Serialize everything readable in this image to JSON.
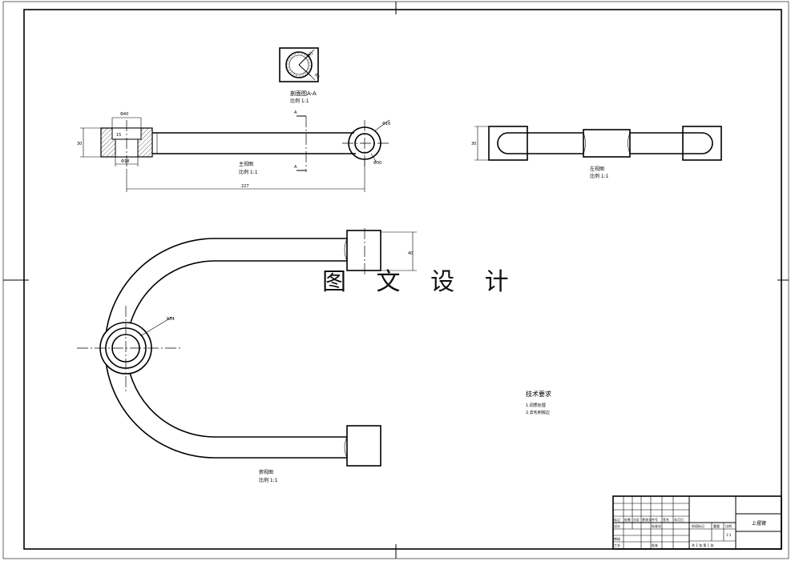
{
  "watermark": "图 文 设 计",
  "section_view": {
    "title": "剖面图A-A",
    "scale": "比例 1:1",
    "dim1": "R5",
    "dim2": "R5"
  },
  "main_view": {
    "title": "主视图",
    "scale": "比例 1:1",
    "dims": {
      "top": "Φ40",
      "left": "30",
      "inner": "15",
      "bottom": "Φ18",
      "overall": "227",
      "ring_top": "Φ16",
      "ring_bottom": "Φ30",
      "cut": "A"
    }
  },
  "left_view": {
    "title": "左视图",
    "scale": "比例 1:1",
    "dim": "30"
  },
  "top_view": {
    "title": "俯视图",
    "scale": "比例 1:1",
    "dim_radius": "R54",
    "dim_height": "40"
  },
  "tech_requirements": {
    "heading": "技术要求",
    "items": [
      "1.调质处理",
      "2.去毛刺锐边"
    ]
  },
  "title_block": {
    "part_name": "上摆臂",
    "headers": [
      "标记",
      "处数",
      "分区",
      "更改文件号",
      "签名",
      "年月日"
    ],
    "design": "设计",
    "standard": "标准化",
    "review": "审核",
    "process": "工艺",
    "approve": "批准",
    "stage": "阶段标记",
    "weight": "重量",
    "ratio": "比例",
    "ratio_value": "1:1",
    "sheets": "共 1 张 第 1 张"
  }
}
